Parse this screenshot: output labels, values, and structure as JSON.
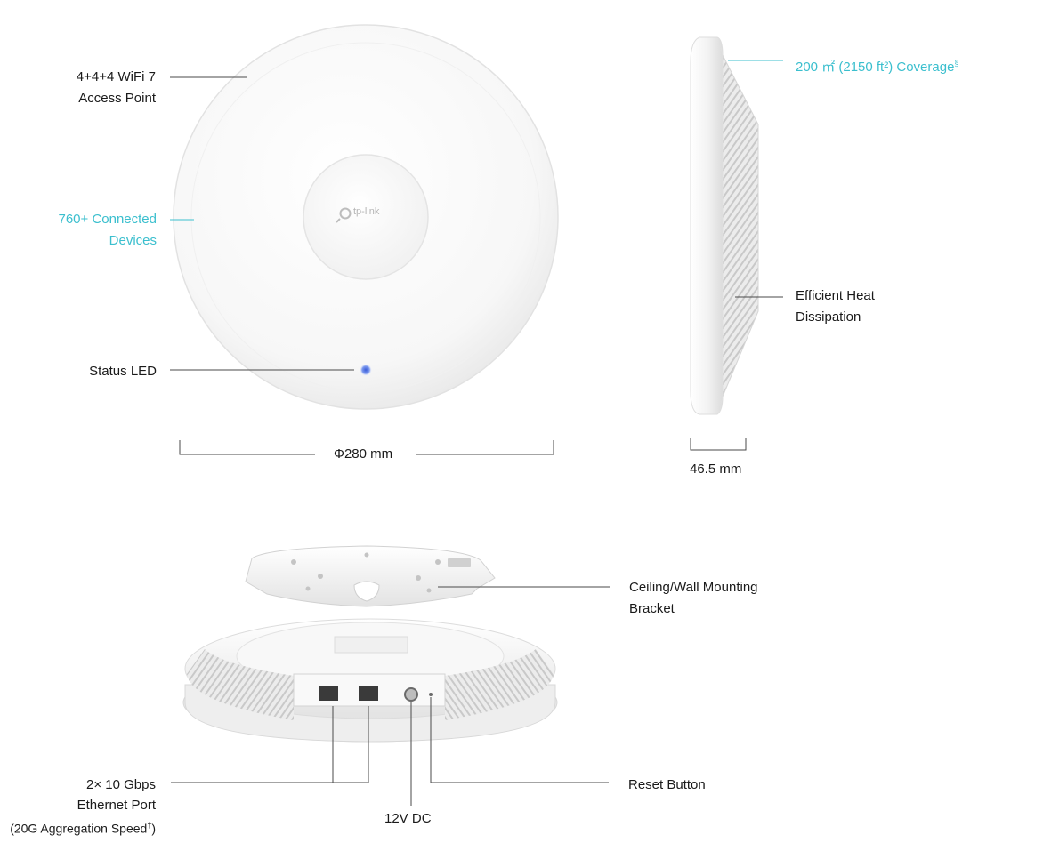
{
  "colors": {
    "accent": "#3bbfce",
    "text": "#1a1a1a",
    "line": "#4a4a4a",
    "device_white": "#f5f5f5",
    "led_blue": "#4a6fe0"
  },
  "brand": {
    "logo_text": "tp-link"
  },
  "front_view": {
    "wifi_label_line1": "4+4+4 WiFi 7",
    "wifi_label_line2": "Access Point",
    "devices_label_line1": "760+ Connected",
    "devices_label_line2": "Devices",
    "led_label": "Status LED",
    "diameter_label": "Φ280 mm"
  },
  "side_view": {
    "coverage_label": "200 ㎡ (2150 ft²) Coverage",
    "coverage_mark": "§",
    "heat_label_line1": "Efficient Heat",
    "heat_label_line2": "Dissipation",
    "thickness_label": "46.5 mm"
  },
  "bottom_view": {
    "bracket_label_line1": "Ceiling/Wall Mounting",
    "bracket_label_line2": "Bracket",
    "ethernet_label_line1": "2× 10 Gbps",
    "ethernet_label_line2": "Ethernet Port",
    "ethernet_label_line3": "(20G Aggregation Speed",
    "ethernet_mark": "†",
    "ethernet_close": ")",
    "dc_label": "12V DC",
    "reset_label": "Reset Button"
  }
}
